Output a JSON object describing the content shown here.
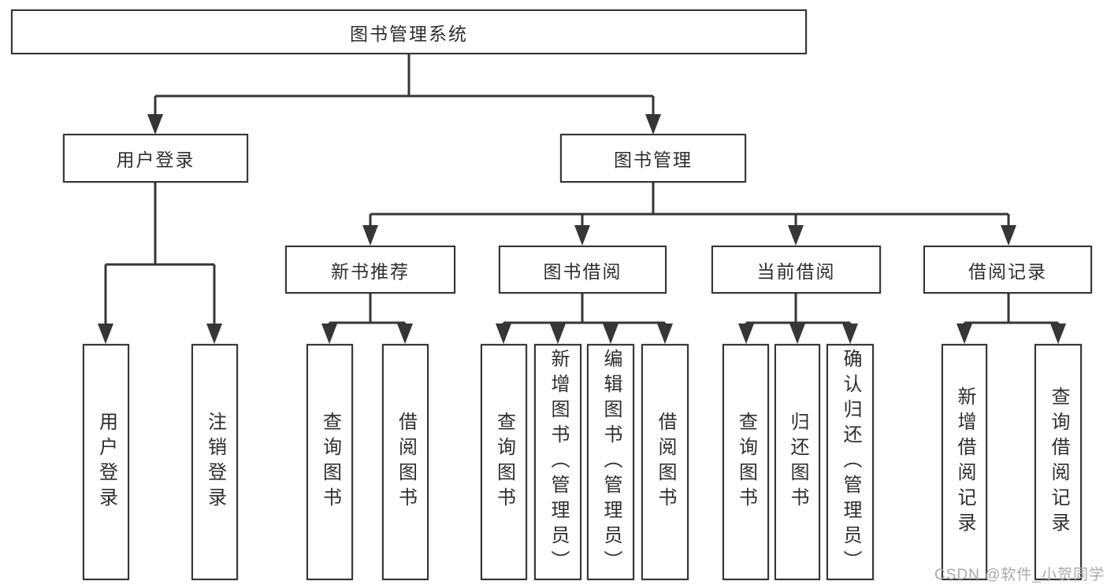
{
  "nodes": {
    "root": {
      "label": "图书管理系统"
    },
    "user_login": {
      "label": "用户登录"
    },
    "book_mgmt": {
      "label": "图书管理"
    },
    "new_book_rec": {
      "label": "新书推荐"
    },
    "book_borrow": {
      "label": "图书借阅"
    },
    "current_borrow": {
      "label": "当前借阅"
    },
    "borrow_records": {
      "label": "借阅记录"
    },
    "leaves": [
      {
        "label": "用户登录"
      },
      {
        "label": "注销登录"
      },
      {
        "label": "查询图书"
      },
      {
        "label": "借阅图书"
      },
      {
        "label": "查询图书"
      },
      {
        "label": "新增图书（管理员）"
      },
      {
        "label": "编辑图书（管理员）"
      },
      {
        "label": "借阅图书"
      },
      {
        "label": "查询图书"
      },
      {
        "label": "归还图书"
      },
      {
        "label": "确认归还（管理员）"
      },
      {
        "label": "新增借阅记录"
      },
      {
        "label": "查询借阅记录"
      }
    ]
  },
  "hierarchy": {
    "图书管理系统": {
      "用户登录": [
        "用户登录",
        "注销登录"
      ],
      "图书管理": {
        "新书推荐": [
          "查询图书",
          "借阅图书"
        ],
        "图书借阅": [
          "查询图书",
          "新增图书（管理员）",
          "编辑图书（管理员）",
          "借阅图书"
        ],
        "当前借阅": [
          "查询图书",
          "归还图书",
          "确认归还（管理员）"
        ],
        "借阅记录": [
          "新增借阅记录",
          "查询借阅记录"
        ]
      }
    }
  },
  "watermark": "CSDN @软件_小贺同学",
  "colors": {
    "line": "#363636",
    "box_border": "#363636",
    "box_fill": "#ffffff",
    "text": "#2e2e2e",
    "watermark": "#a9a9a9",
    "background": "#ffffff"
  }
}
